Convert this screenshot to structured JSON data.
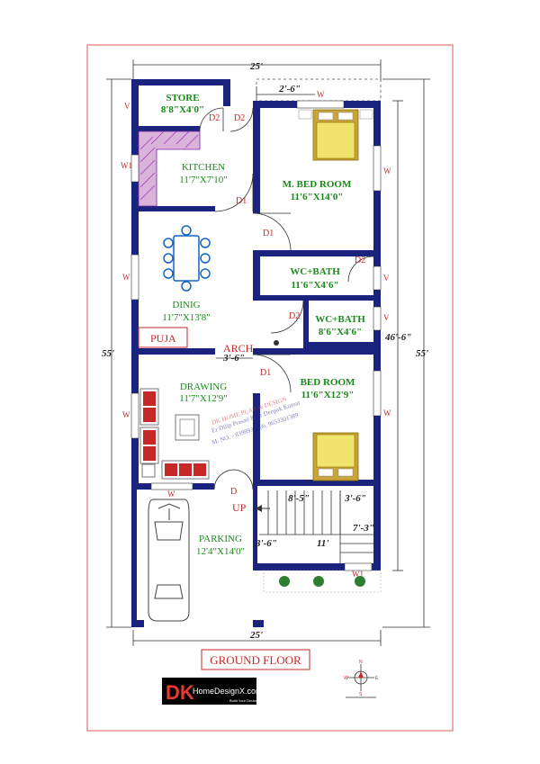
{
  "rooms": {
    "store": {
      "name": "STORE",
      "dim": "8'8\"X4'0\""
    },
    "kitchen": {
      "name": "KITCHEN",
      "dim": "11'7\"X7'10\""
    },
    "master_bed": {
      "name": "M. BED ROOM",
      "dim": "11'6\"X14'0\""
    },
    "wc_bath_1": {
      "name": "WC+BATH",
      "dim": "11'6\"X4'6\""
    },
    "wc_bath_2": {
      "name": "WC+BATH",
      "dim": "8'6\"X4'6\""
    },
    "dining": {
      "name": "DINIG",
      "dim": "11'7\"X13'8\""
    },
    "puja": {
      "name": "PUJA"
    },
    "arch": {
      "name": "ARCH"
    },
    "drawing": {
      "name": "DRAWING",
      "dim": "11'7\"X12'9\""
    },
    "bed_room": {
      "name": "BED ROOM",
      "dim": "11'6\"X12'9\""
    },
    "parking": {
      "name": "PARKING",
      "dim": "12'4\"X14'0\""
    }
  },
  "dimensions": {
    "top_width": "25'",
    "bottom_width": "25'",
    "left_height": "55'",
    "right_height": "55'",
    "inner_right_height": "46'-6\"",
    "top_offset": "2'-6\"",
    "arch_width": "3'-6\"",
    "stair_left": "8'-5\"",
    "stair_right": "3'-6\"",
    "stair_depth": "7'-3\"",
    "stair_width": "11'",
    "stair_small": "3'-6\""
  },
  "doors": {
    "d2_store": "D2",
    "d2_kitchen": "D2",
    "d1_kitchen": "D1",
    "d1_mbed": "D1",
    "d2_wc1": "D2",
    "d2_wc2": "D2",
    "d1_bed": "D1",
    "d_main": "D"
  },
  "windows": {
    "v_store": "V",
    "w1_kitchen": "W1",
    "w_dining": "W",
    "w_drawing": "W",
    "w_drawing_bottom": "W",
    "w_mbed_top": "W",
    "w_mbed_right": "W",
    "v_wc1": "V",
    "v_wc2": "V",
    "w_bed": "W",
    "w1_bottom": "W1"
  },
  "stair_label": "UP",
  "floor_title": "GROUND FLOOR",
  "logo": {
    "dk": "DK",
    "name": "HomeDesignX.com",
    "tagline": "Build Your Dream"
  },
  "watermark": {
    "line1": "DK HOME PLAN & DESIGN",
    "line2": "Er Dilip Prasad & Er Deepak Kumar",
    "line3": "M. NO. - 8398936466, 9653301389"
  },
  "compass": {
    "n": "N",
    "w": "W",
    "e": "E",
    "s": "S"
  },
  "colors": {
    "wall": "#1a237e",
    "label": "#1b8a1b",
    "tag": "#c62828",
    "border": "#e57373"
  }
}
